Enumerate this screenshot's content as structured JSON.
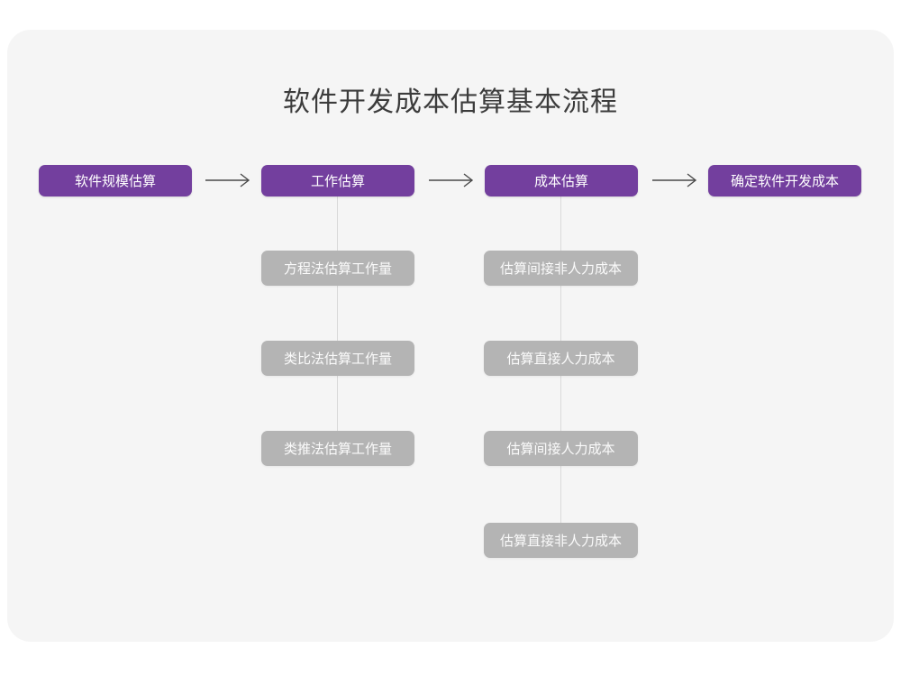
{
  "canvas": {
    "background_color": "#ffffff",
    "card_color": "#f5f5f5"
  },
  "colors": {
    "primary_node": "#733f9e",
    "secondary_node": "#b4b4b4",
    "title_text": "#3c3c3c",
    "connector_line": "#d9d9d9",
    "arrow": "#4a4a4a"
  },
  "title": "软件开发成本估算基本流程",
  "chart_data": {
    "type": "diagram",
    "title": "软件开发成本估算基本流程",
    "orientation": "left-to-right with vertical sub-steps",
    "main_flow": [
      "软件规模估算",
      "工作估算",
      "成本估算",
      "确定软件开发成本"
    ],
    "connectors": [
      "→",
      "→",
      "→"
    ],
    "sub_steps": {
      "工作估算": [
        "方程法估算工作量",
        "类比法估算工作量",
        "类推法估算工作量"
      ],
      "成本估算": [
        "估算间接非人力成本",
        "估算直接人力成本",
        "估算间接人力成本",
        "估算直接非人力成本"
      ]
    }
  },
  "flow": {
    "stages": [
      {
        "id": "stage-1",
        "label": "软件规模估算",
        "has_children": false
      },
      {
        "id": "stage-2",
        "label": "工作估算",
        "has_children": true
      },
      {
        "id": "stage-3",
        "label": "成本估算",
        "has_children": true
      },
      {
        "id": "stage-4",
        "label": "确定软件开发成本",
        "has_children": false
      }
    ],
    "arrows": [
      {
        "id": "arrow-1",
        "glyph": "→",
        "from": "软件规模估算",
        "to": "工作估算"
      },
      {
        "id": "arrow-2",
        "glyph": "→",
        "from": "工作估算",
        "to": "成本估算"
      },
      {
        "id": "arrow-3",
        "glyph": "→",
        "from": "成本估算",
        "to": "确定软件开发成本"
      }
    ],
    "column_work": [
      {
        "id": "work-1",
        "label": "方程法估算工作量"
      },
      {
        "id": "work-2",
        "label": "类比法估算工作量"
      },
      {
        "id": "work-3",
        "label": "类推法估算工作量"
      }
    ],
    "column_cost": [
      {
        "id": "cost-1",
        "label": "估算间接非人力成本"
      },
      {
        "id": "cost-2",
        "label": "估算直接人力成本"
      },
      {
        "id": "cost-3",
        "label": "估算间接人力成本"
      },
      {
        "id": "cost-4",
        "label": "估算直接非人力成本"
      }
    ]
  }
}
